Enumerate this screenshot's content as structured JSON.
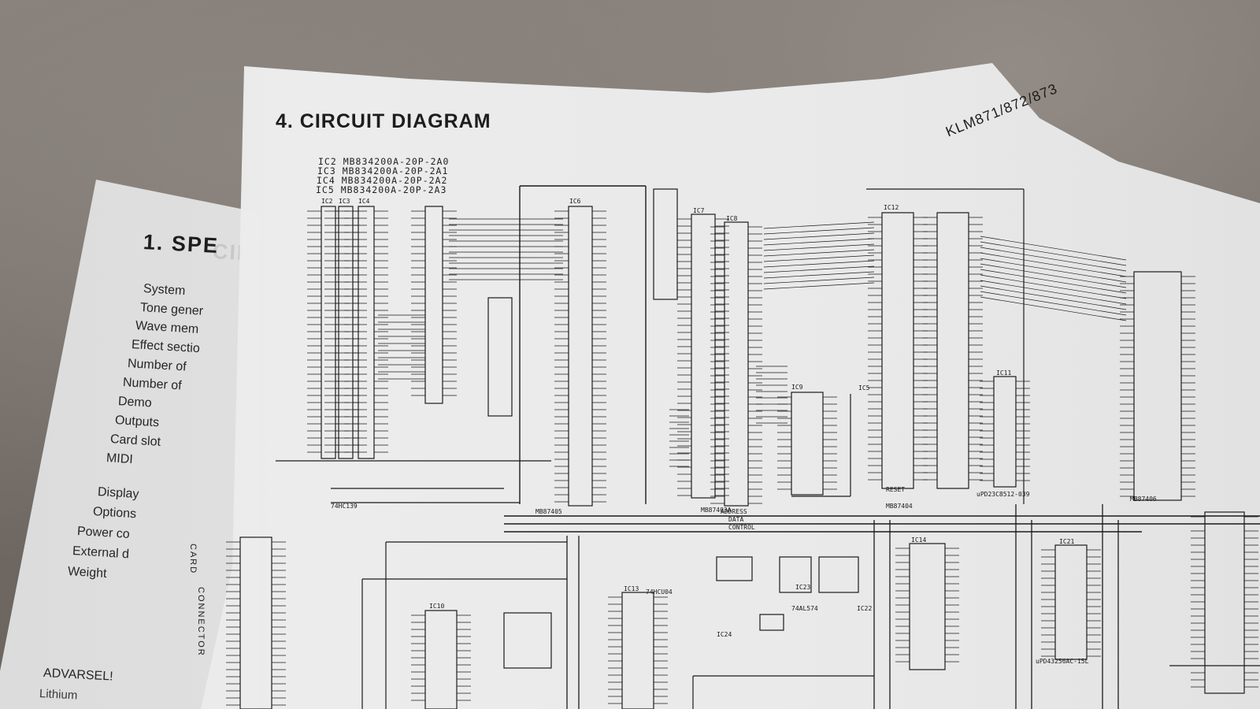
{
  "front_page": {
    "title": "1. SPE",
    "title_faint": "CIFICATIONS",
    "spec_labels": [
      "System",
      "Tone gener",
      "Wave mem",
      "Effect sectio",
      "Number of",
      "Number of",
      "Demo",
      "Outputs",
      "Card slot",
      "MIDI",
      "Display",
      "Options",
      "Power co",
      "External d",
      "Weight"
    ],
    "footer_line1": "ADVARSEL!",
    "footer_line2": "Lithium"
  },
  "back_page": {
    "title": "4. CIRCUIT DIAGRAM",
    "model": "KLM871/872/873",
    "ic_list": [
      "IC2  MB834200A-20P-2A0",
      "IC3  MB834200A-20P-2A1",
      "IC4  MB834200A-20P-2A2",
      "IC5  MB834200A-20P-2A3"
    ],
    "chip_labels": [
      "IC2",
      "IC3",
      "IC4",
      "IC5",
      "IC6",
      "IC7",
      "IC8",
      "IC9",
      "IC10",
      "IC11",
      "IC12",
      "IC13",
      "IC14",
      "IC21",
      "IC22",
      "IC23",
      "IC24",
      "MB87405",
      "MB87403A",
      "MB87404",
      "MB87406",
      "uPD23C8512-039",
      "74HC139",
      "74HCU04",
      "74AL574",
      "uPD43256AC-15L"
    ],
    "net_labels": [
      "ADDRESS",
      "DATA",
      "CONTROL",
      "RESET",
      "CARD",
      "CONNECTOR"
    ]
  }
}
